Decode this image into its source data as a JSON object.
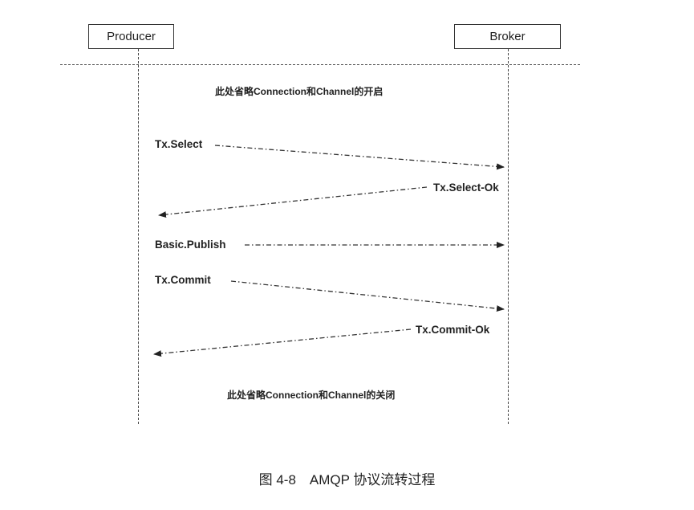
{
  "participants": {
    "producer": "Producer",
    "broker": "Broker"
  },
  "notes": {
    "open": "此处省略Connection和Channel的开启",
    "close": "此处省略Connection和Channel的关闭"
  },
  "messages": [
    {
      "label": "Tx.Select",
      "from": "Producer",
      "to": "Broker"
    },
    {
      "label": "Tx.Select-Ok",
      "from": "Broker",
      "to": "Producer"
    },
    {
      "label": "Basic.Publish",
      "from": "Producer",
      "to": "Broker"
    },
    {
      "label": "Tx.Commit",
      "from": "Producer",
      "to": "Broker"
    },
    {
      "label": "Tx.Commit-Ok",
      "from": "Broker",
      "to": "Producer"
    }
  ],
  "caption": "图 4-8　AMQP 协议流转过程"
}
